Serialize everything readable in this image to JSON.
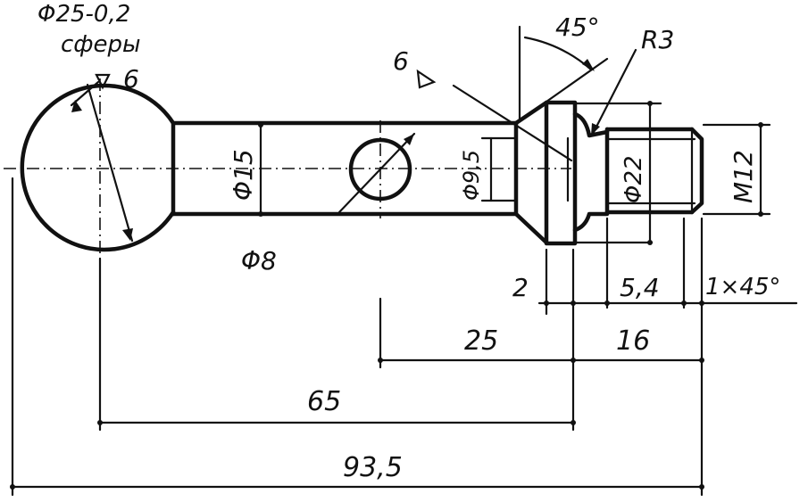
{
  "sphere_note": {
    "diameter": "Φ25-0,2",
    "word": "сферы",
    "finish": "6"
  },
  "dimensions": {
    "d15": "Φ15",
    "d8": "Φ8",
    "d9_5": "Φ9,5",
    "d22": "Φ22",
    "m12": "M12",
    "r3": "R3",
    "angle45": "45°",
    "finish6": "6",
    "len2": "2",
    "len5_4": "5,4",
    "chamfer": "1×45°",
    "len25": "25",
    "len16": "16",
    "len65": "65",
    "len93_5": "93,5"
  }
}
